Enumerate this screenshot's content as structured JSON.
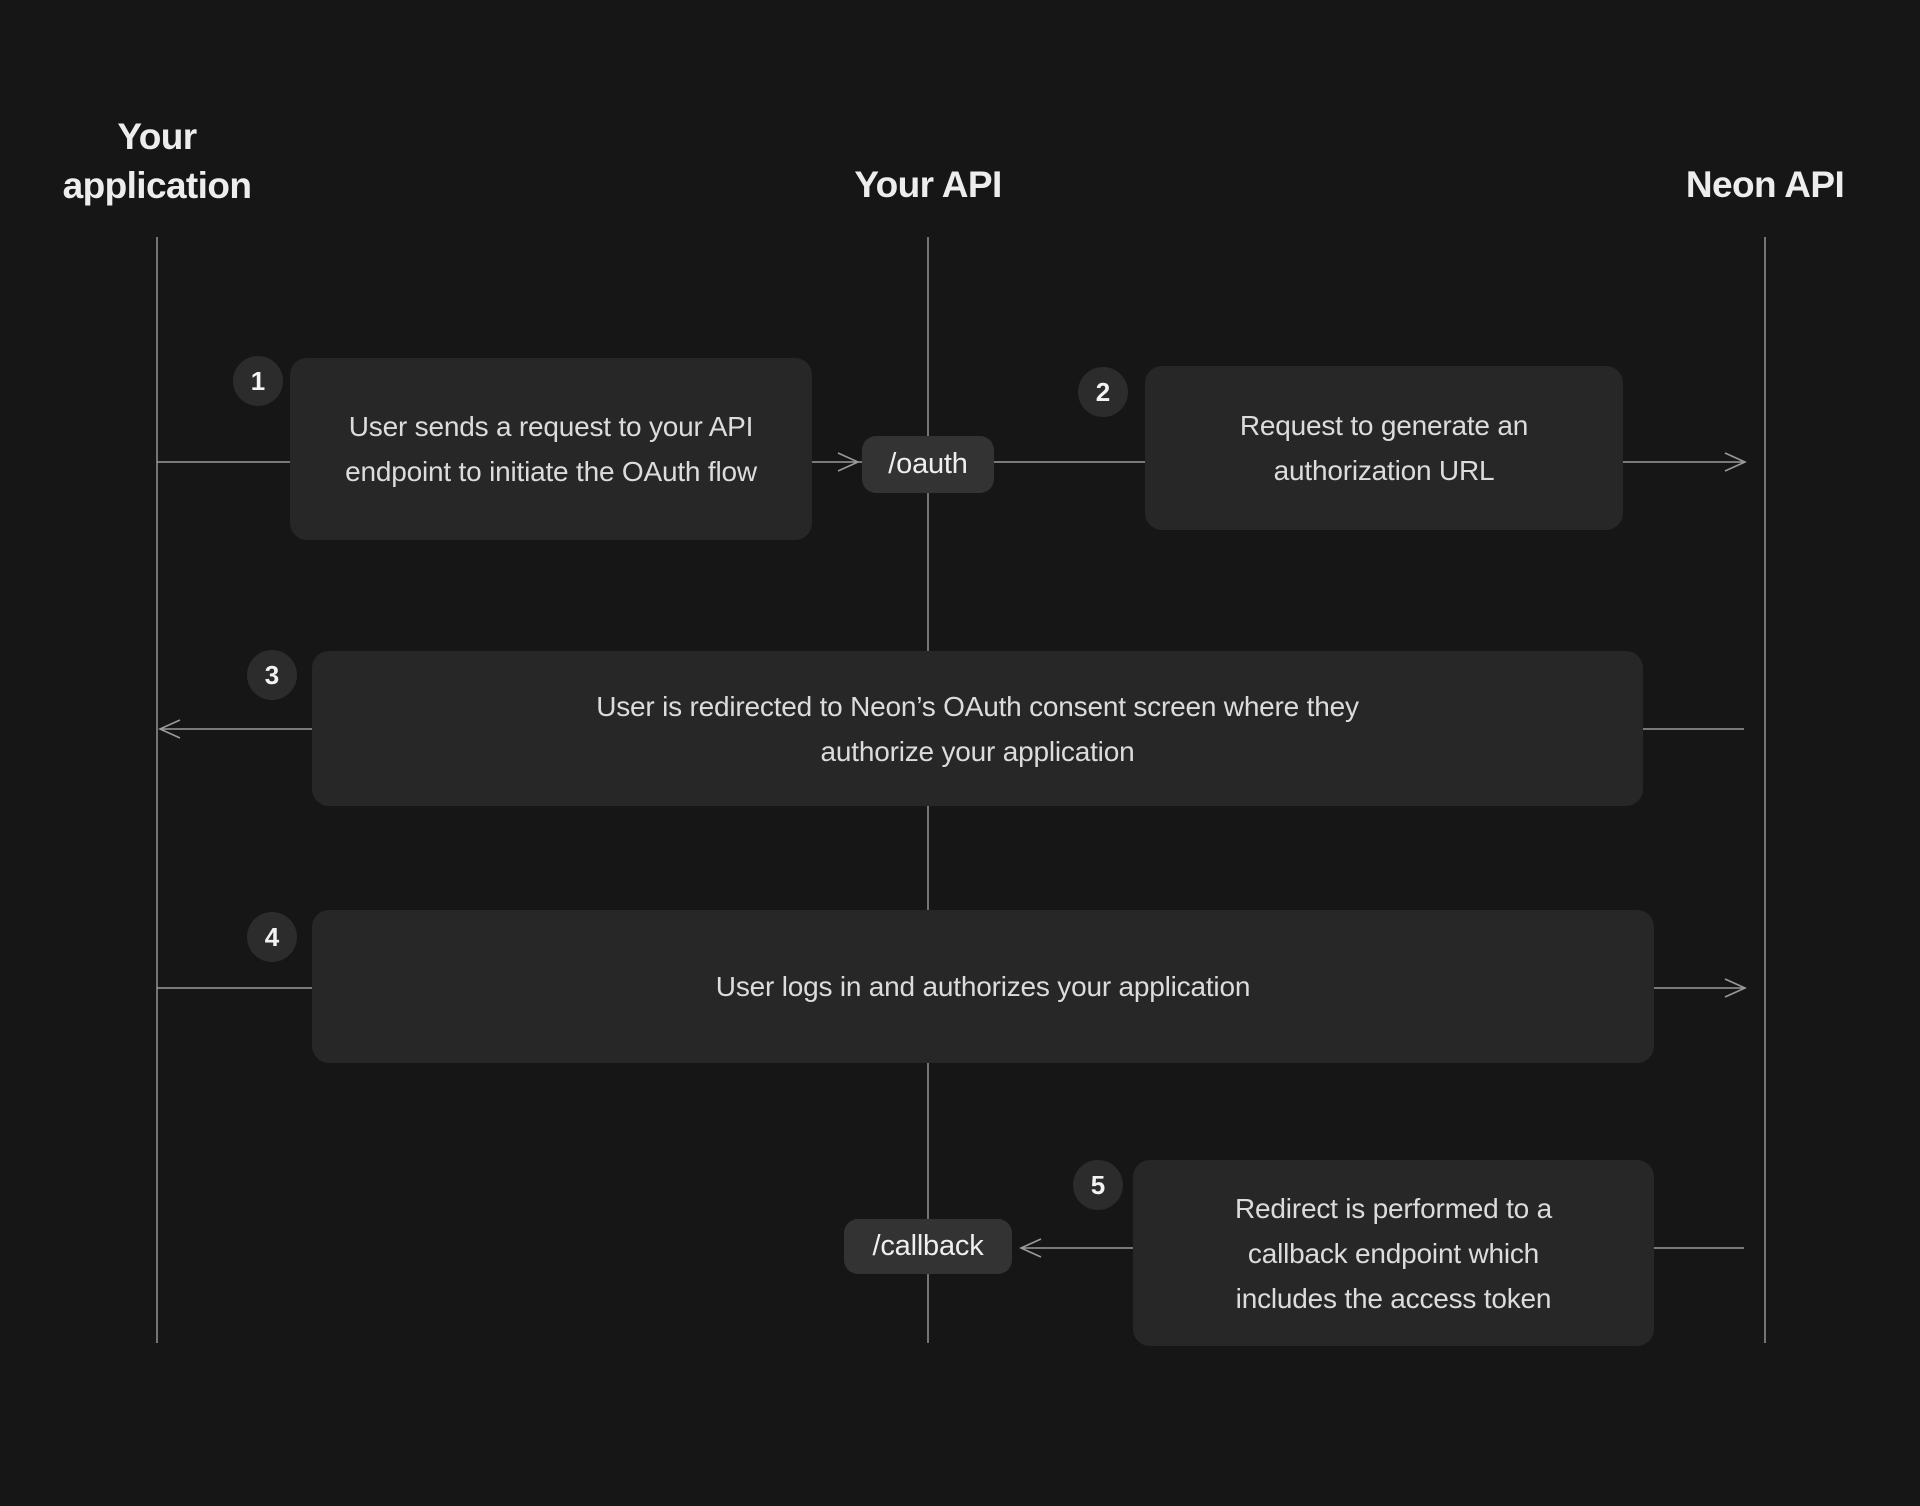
{
  "diagram": {
    "title_hint": "OAuth flow sequence diagram",
    "actors": [
      {
        "id": "your-application",
        "label": "Your application"
      },
      {
        "id": "your-api",
        "label": "Your API"
      },
      {
        "id": "neon-api",
        "label": "Neon API"
      }
    ],
    "steps": [
      {
        "number": "1",
        "text": "User sends a request to your API endpoint to initiate the OAuth flow"
      },
      {
        "number": "2",
        "text": "Request to generate an authorization URL"
      },
      {
        "number": "3",
        "text": "User is redirected to Neon’s OAuth consent screen where they authorize your application"
      },
      {
        "number": "4",
        "text": "User logs in and authorizes your application"
      },
      {
        "number": "5",
        "text": "Redirect is performed to a callback endpoint which includes the access token"
      }
    ],
    "endpoints": [
      {
        "label": "/oauth"
      },
      {
        "label": "/callback"
      }
    ],
    "colors": {
      "background": "#161616",
      "box_fill": "#272727",
      "pill_fill": "#333333",
      "badge_fill": "#2c2c2c",
      "line": "#9a9a9a",
      "lifeline": "#8d8d8d",
      "text": "#dcdcdc",
      "heading_text": "#ededed"
    }
  }
}
